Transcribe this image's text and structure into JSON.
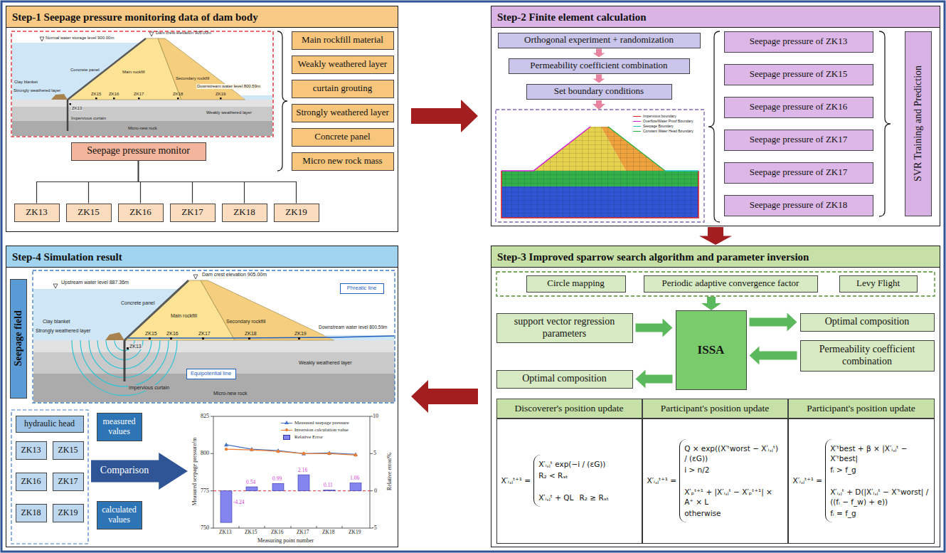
{
  "diagram": {
    "nodes": [
      {
        "text": [
          "Step-1 Seepage pressure monitoring data of dam body"
        ]
      },
      {
        "text": [
          "Main rockfill material"
        ],
        "in": 0
      },
      {
        "text": [
          "Weakly weathered layer"
        ],
        "in": 0
      },
      {
        "text": [
          "curtain grouting"
        ],
        "in": 0
      },
      {
        "text": [
          "Strongly weathered layer"
        ],
        "in": 0
      },
      {
        "text": [
          "Concrete panel"
        ],
        "in": 0
      },
      {
        "text": [
          "Micro new rock mass"
        ],
        "in": 0
      },
      {
        "text": [
          "Seepage pressure monitor"
        ],
        "in": 0
      },
      {
        "text": [
          "ZK13"
        ],
        "in": 0
      },
      {
        "text": [
          "ZK15"
        ],
        "in": 0
      },
      {
        "text": [
          "ZK16"
        ],
        "in": 0
      },
      {
        "text": [
          "ZK17"
        ],
        "in": 0
      },
      {
        "text": [
          "ZK18"
        ],
        "in": 0
      },
      {
        "text": [
          "ZK19"
        ],
        "in": 0
      },
      {
        "text": [
          "Step-2 Finite element calculation"
        ]
      },
      {
        "text": [
          "Orthogonal experiment + randomization"
        ],
        "in": 14
      },
      {
        "text": [
          "Permeability coefficient combination"
        ],
        "in": 14
      },
      {
        "text": [
          "Set boundary conditions"
        ],
        "in": 14
      },
      {
        "text": [
          "Seepage pressure of ZK13"
        ],
        "in": 14
      },
      {
        "text": [
          "Seepage pressure of ZK15"
        ],
        "in": 14
      },
      {
        "text": [
          "Seepage pressure of ZK16"
        ],
        "in": 14
      },
      {
        "text": [
          "Seepage pressure of ZK17"
        ],
        "in": 14
      },
      {
        "text": [
          "Seepage pressure of ZK17"
        ],
        "in": 14
      },
      {
        "text": [
          "Seepage pressure of ZK18"
        ],
        "in": 14
      },
      {
        "text": [
          "SVR Training and Prediction"
        ],
        "in": 14
      },
      {
        "text": [
          "Step-3 Improved sparrow search algorithm and parameter inversion"
        ]
      },
      {
        "text": [
          "Circle mapping"
        ],
        "in": 25
      },
      {
        "text": [
          "Periodic adaptive convergence factor"
        ],
        "in": 25
      },
      {
        "text": [
          "Levy Flight"
        ],
        "in": 25
      },
      {
        "text": [
          "support vector regression parameters"
        ],
        "in": 25
      },
      {
        "text": [
          "ISSA"
        ],
        "in": 25
      },
      {
        "text": [
          "Optimal composition"
        ],
        "in": 25
      },
      {
        "text": [
          "Permeability coefficient combination"
        ],
        "in": 25
      },
      {
        "text": [
          "Optimal composition"
        ],
        "in": 25
      },
      {
        "text": [
          "Discoverer's position update"
        ],
        "in": 25
      },
      {
        "text": [
          "Participant's position update"
        ],
        "in": 25
      },
      {
        "text": [
          "Participant's position update"
        ],
        "in": 25
      },
      {
        "text": [
          "X′ᵢ,ⱼᵗ⁺¹ =",
          "X′ᵢ,ⱼᵗ exp(−i / (εG))",
          "R₂ < Rₛₜ",
          "X′ᵢ,ⱼᵗ + QL",
          "R₂ ≥ Rₛₜ"
        ],
        "in": 25
      },
      {
        "text": [
          "X′ᵢ,ⱼᵗ⁺¹ =",
          "Q × exp((X′ᵗworst − X′ᵢ,ⱼᵗ) / (εG))",
          "i > n/2",
          "X′ₚᵗ⁺¹ + |X′ᵢ,ⱼᵗ − X′ₚᵗ⁺¹| × A⁺ × L",
          "otherwise"
        ],
        "in": 25
      },
      {
        "text": [
          "X′ᵢ,ⱼᵗ⁺¹ =",
          "X′ᵗbest + β × |X′ᵢ,ⱼᵗ − X′ᵗbest|",
          "fᵢ > f_g",
          "X′ᵢ,ⱼᵗ + D(|X′ᵢ,ⱼᵗ − X′ᵗworst| / ((fᵢ − f_w) + e))",
          "fᵢ = f_g"
        ],
        "in": 25
      },
      {
        "text": [
          "Step-4 Simulation result"
        ]
      },
      {
        "text": [
          "Seepage field"
        ],
        "in": 40
      },
      {
        "text": [
          "Phreatic line"
        ],
        "in": 40
      },
      {
        "text": [
          "Equipotential line"
        ],
        "in": 40
      },
      {
        "text": [
          "hydraulic head"
        ],
        "in": 40
      },
      {
        "text": [
          "ZK13"
        ],
        "in": 40
      },
      {
        "text": [
          "ZK15"
        ],
        "in": 40
      },
      {
        "text": [
          "ZK16"
        ],
        "in": 40
      },
      {
        "text": [
          "ZK17"
        ],
        "in": 40
      },
      {
        "text": [
          "ZK18"
        ],
        "in": 40
      },
      {
        "text": [
          "ZK19"
        ],
        "in": 40
      },
      {
        "text": [
          "measured values"
        ],
        "in": 40
      },
      {
        "text": [
          "Comparison"
        ],
        "in": 40
      },
      {
        "text": [
          "calculated values"
        ],
        "in": 40
      }
    ],
    "edges": [
      {
        "from": 0,
        "to": 14,
        "arrow": "to"
      },
      {
        "from": 14,
        "to": 25,
        "arrow": "to"
      },
      {
        "from": 25,
        "to": 40,
        "arrow": "to"
      },
      {
        "from": 7,
        "to": 8,
        "arrow": "none"
      },
      {
        "from": 7,
        "to": 9,
        "arrow": "none"
      },
      {
        "from": 7,
        "to": 10,
        "arrow": "none"
      },
      {
        "from": 7,
        "to": 11,
        "arrow": "none"
      },
      {
        "from": 7,
        "to": 12,
        "arrow": "none"
      },
      {
        "from": 7,
        "to": 13,
        "arrow": "none"
      },
      {
        "from": 15,
        "to": 16,
        "arrow": "to"
      },
      {
        "from": 16,
        "to": 17,
        "arrow": "to"
      },
      {
        "from": 29,
        "to": 30,
        "arrow": "to"
      },
      {
        "from": 30,
        "to": 31,
        "arrow": "to"
      },
      {
        "from": 32,
        "to": 30,
        "arrow": "to"
      },
      {
        "from": 30,
        "to": 33,
        "arrow": "to"
      }
    ],
    "labels": [
      "Normal water storage level 900.00m",
      "Dam crest elevation 905.00m",
      "Concrete panel",
      "Main rockfill",
      "Secondary rockfill",
      "Clay blanket",
      "Strongly weathered layer",
      "ZK13",
      "ZK15",
      "ZK16",
      "ZK17",
      "ZK18",
      "ZK19",
      "Downstream water level 800.59m",
      "Impervious curtain",
      "Weakly weathered layer",
      "Micro-new rock",
      "Upstream water level 887.36m",
      "Dam crest elevation 905.00m",
      "Concrete panel",
      "Main rockfill",
      "Secondary rockfill",
      "Clay blanket",
      "Strongly weathered layer",
      "ZK13",
      "ZK15",
      "ZK16",
      "ZK17",
      "ZK18",
      "ZK19",
      "Downstream water level 800.59m",
      "Weakly weathered layer",
      "Impervious curtain",
      "Micro-new rock",
      "825",
      "800",
      "775",
      "750",
      "10",
      "5",
      "0",
      "-5",
      "ZK13",
      "ZK15",
      "ZK16",
      "ZK17",
      "ZK18",
      "ZK19",
      "Measured seepage pressure/m",
      "Relative error/%",
      "Measuring point number",
      "-4.24",
      "0.54",
      "0.99",
      "2.16",
      "0.11",
      "1.06"
    ],
    "legend": [
      {
        "text": "Impervious boundary"
      },
      {
        "text": "Overflow/Water Proof Boundary"
      },
      {
        "text": "Seepage Boundary"
      },
      {
        "text": "Constant Water Head Boundary"
      },
      {
        "text": "Measured seepage pressure"
      },
      {
        "text": "Inversion calculation value"
      },
      {
        "text": "Relative Error",
        "color": "#8585f0"
      }
    ]
  }
}
